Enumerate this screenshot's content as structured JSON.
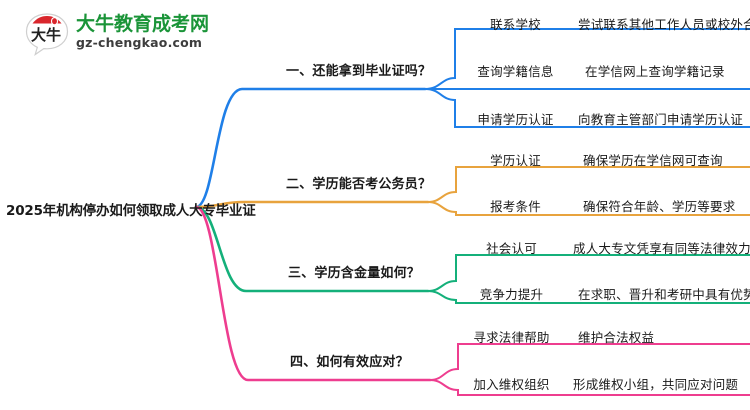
{
  "logo": {
    "mark_text": "大牛",
    "name_cn": "大牛教育成考网",
    "name_en": "gz-chengkao.com",
    "green": "#1a9438",
    "red": "#d9262c"
  },
  "root": {
    "label": "2025年机构停办如何领取成人大专毕业证"
  },
  "branches": [
    {
      "label": "一、还能拿到毕业证吗？",
      "color": "#1f7fe8",
      "leaves": [
        {
          "key": "联系学校",
          "value": "尝试联系其他工作人员或校外合作单位"
        },
        {
          "key": "查询学籍信息",
          "value": "在学信网上查询学籍记录"
        },
        {
          "key": "申请学历认证",
          "value": "向教育主管部门申请学历认证"
        }
      ]
    },
    {
      "label": "二、学历能否考公务员？",
      "color": "#e8a33d",
      "leaves": [
        {
          "key": "学历认证",
          "value": "确保学历在学信网可查询"
        },
        {
          "key": "报考条件",
          "value": "确保符合年龄、学历等要求"
        }
      ]
    },
    {
      "label": "三、学历含金量如何？",
      "color": "#14b07a",
      "leaves": [
        {
          "key": "社会认可",
          "value": "成人大专文凭享有同等法律效力"
        },
        {
          "key": "竞争力提升",
          "value": "在求职、晋升和考研中具有优势"
        }
      ]
    },
    {
      "label": "四、如何有效应对？",
      "color": "#ee3d8f",
      "leaves": [
        {
          "key": "寻求法律帮助",
          "value": "维护合法权益"
        },
        {
          "key": "加入维权组织",
          "value": "形成维权小组，共同应对问题"
        }
      ]
    }
  ]
}
